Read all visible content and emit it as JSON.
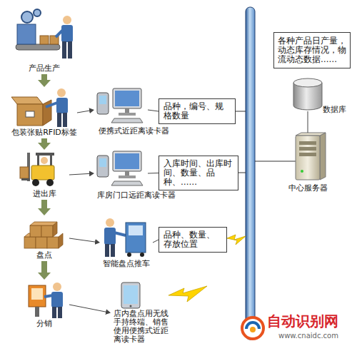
{
  "diagram": {
    "nodes": [
      {
        "text": [
          "产品生产"
        ]
      },
      {
        "text": [
          "包装张贴RFID标签"
        ]
      },
      {
        "text": [
          "进出库"
        ]
      },
      {
        "text": [
          "盘点"
        ]
      },
      {
        "text": [
          "分销"
        ]
      },
      {
        "text": [
          "便携式近距离读卡器"
        ]
      },
      {
        "text": [
          "品种，编号、规格数量"
        ]
      },
      {
        "text": [
          "库房门口远距离读卡器"
        ]
      },
      {
        "text": [
          "入库时间、出库时间、数量、品种、……"
        ]
      },
      {
        "text": [
          "智能盘点推车"
        ]
      },
      {
        "text": [
          "品种、数量、存放位置"
        ]
      },
      {
        "text": [
          "店内盘点用无线手持终端、销售使用便携式近距离读卡器"
        ]
      },
      {
        "text": [
          "各种产品日产量，动态库存情况，物流动态数据……"
        ]
      },
      {
        "text": [
          "数据库"
        ]
      },
      {
        "text": [
          "中心服务器"
        ]
      }
    ],
    "edges": [
      {
        "from": 0,
        "to": 1,
        "arrow": "to"
      },
      {
        "from": 1,
        "to": 2,
        "arrow": "to"
      },
      {
        "from": 2,
        "to": 3,
        "arrow": "to"
      },
      {
        "from": 3,
        "to": 4,
        "arrow": "to"
      },
      {
        "from": 1,
        "to": 5,
        "arrow": "to"
      },
      {
        "from": 5,
        "to": 6,
        "arrow": "none"
      },
      {
        "from": 2,
        "to": 7,
        "arrow": "to"
      },
      {
        "from": 7,
        "to": 8,
        "arrow": "none"
      },
      {
        "from": 3,
        "to": 9,
        "arrow": "to"
      },
      {
        "from": 9,
        "to": 10,
        "arrow": "none"
      },
      {
        "from": 4,
        "to": 11,
        "arrow": "to"
      },
      {
        "from": 13,
        "to": 14,
        "arrow": "none"
      }
    ],
    "labels": [
      "自动识别网",
      "www.cnaidc.com"
    ]
  }
}
